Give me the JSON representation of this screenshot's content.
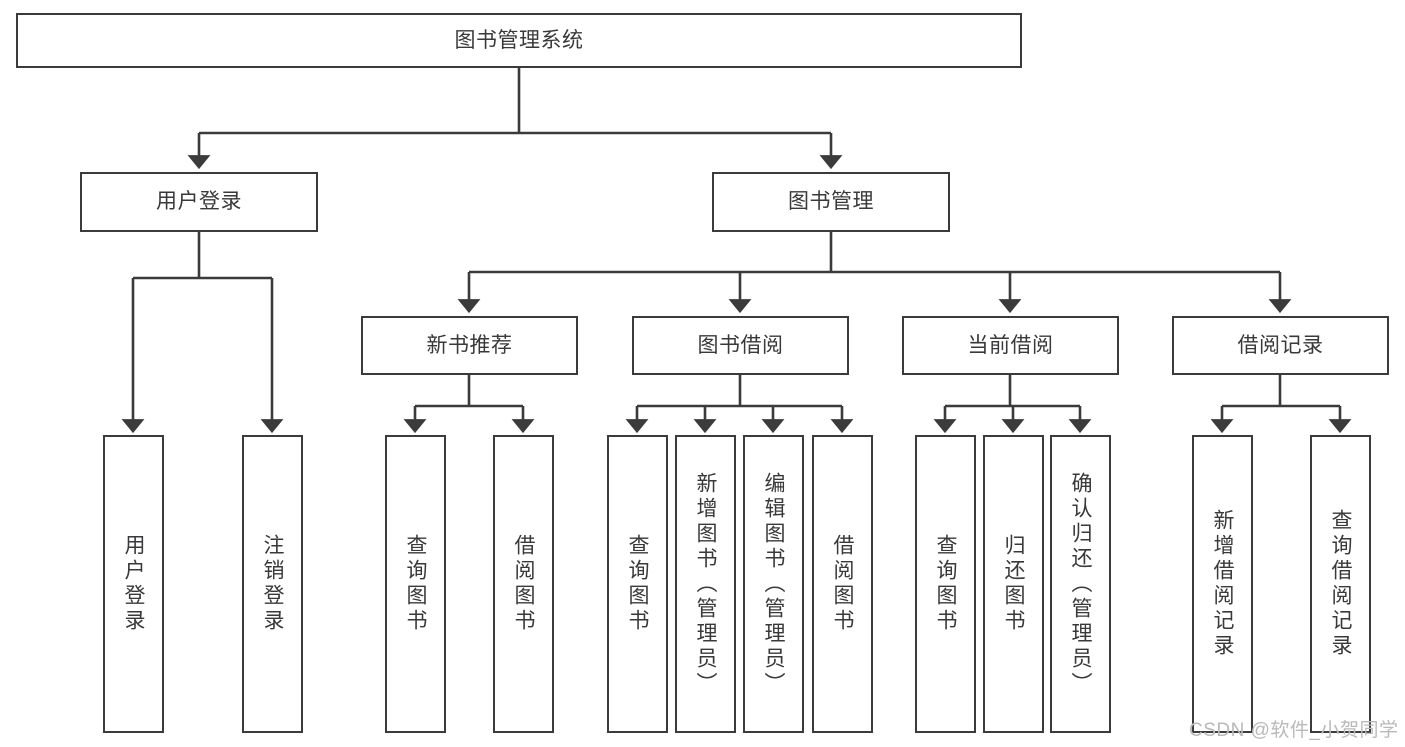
{
  "diagram": {
    "title_node": {
      "id": "root",
      "label": "图书管理系统"
    },
    "level2": [
      {
        "id": "user-login",
        "label": "用户登录"
      },
      {
        "id": "book-manage",
        "label": "图书管理"
      }
    ],
    "level3": [
      {
        "id": "new-book-rec",
        "label": "新书推荐"
      },
      {
        "id": "book-borrow",
        "label": "图书借阅"
      },
      {
        "id": "current-borrow",
        "label": "当前借阅"
      },
      {
        "id": "borrow-record",
        "label": "借阅记录"
      }
    ],
    "leaves": [
      {
        "id": "leaf-user-login",
        "label": "用户登录",
        "parent": "用户登录"
      },
      {
        "id": "leaf-logout",
        "label": "注销登录",
        "parent": "用户登录"
      },
      {
        "id": "leaf-query-book-1",
        "label": "查询图书",
        "parent": "新书推荐"
      },
      {
        "id": "leaf-borrow-book-1",
        "label": "借阅图书",
        "parent": "新书推荐"
      },
      {
        "id": "leaf-query-book-2",
        "label": "查询图书",
        "parent": "图书借阅"
      },
      {
        "id": "leaf-add-book",
        "label": "新增图书（管理员）",
        "parent": "图书借阅"
      },
      {
        "id": "leaf-edit-book",
        "label": "编辑图书（管理员）",
        "parent": "图书借阅"
      },
      {
        "id": "leaf-borrow-book-2",
        "label": "借阅图书",
        "parent": "图书借阅"
      },
      {
        "id": "leaf-query-book-3",
        "label": "查询图书",
        "parent": "当前借阅"
      },
      {
        "id": "leaf-return-book",
        "label": "归还图书",
        "parent": "当前借阅"
      },
      {
        "id": "leaf-confirm-return",
        "label": "确认归还（管理员）",
        "parent": "当前借阅"
      },
      {
        "id": "leaf-add-record",
        "label": "新增借阅记录",
        "parent": "借阅记录"
      },
      {
        "id": "leaf-query-record",
        "label": "查询借阅记录",
        "parent": "借阅记录"
      }
    ],
    "colors": {
      "stroke": "#3b3b3b",
      "text": "#39393b",
      "background": "#ffffff",
      "watermark": "#b9b9b9"
    }
  },
  "watermark": {
    "text": "CSDN @软件_小贺同学"
  }
}
